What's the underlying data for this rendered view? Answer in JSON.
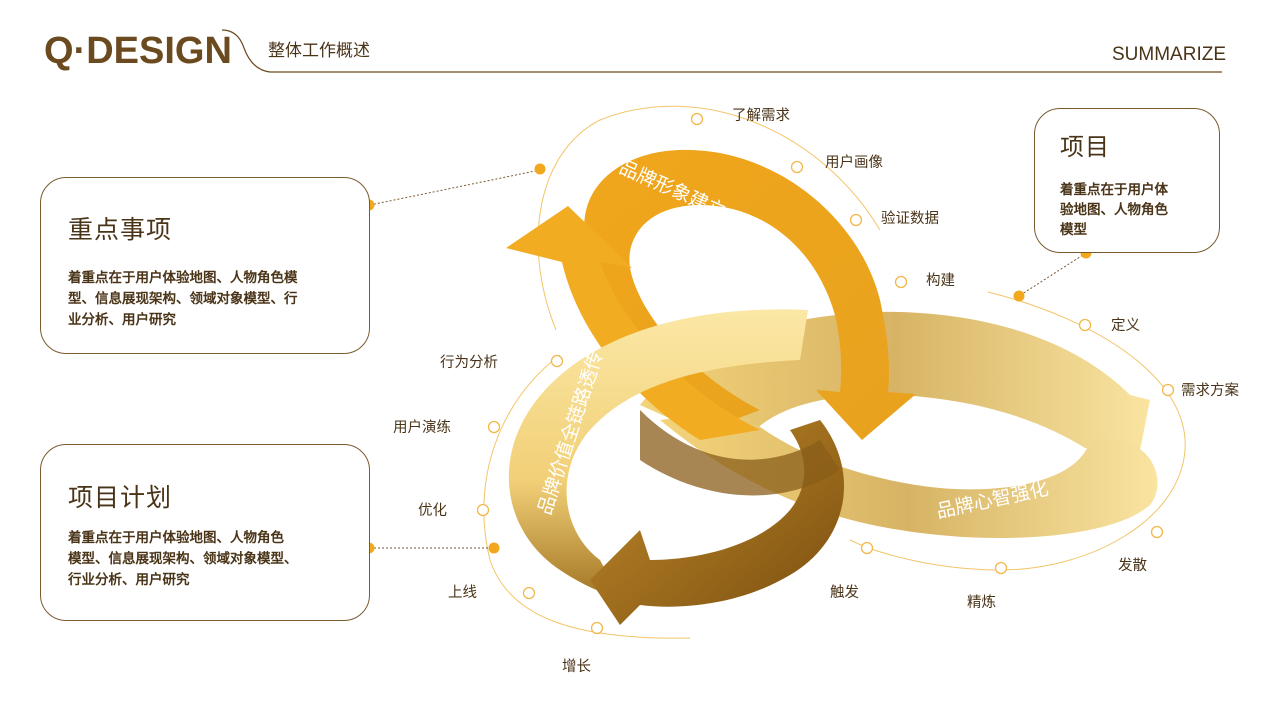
{
  "header": {
    "logo": "Q·DESIGN",
    "section_title": "整体工作概述",
    "right_label": "SUMMARIZE"
  },
  "cards": {
    "focus": {
      "title": "重点事项",
      "body_lines": [
        "着重点在于用户体验地图、人物角色模",
        "型、信息展现架构、领域对象模型、行",
        "业分析、用户研究"
      ]
    },
    "plan": {
      "title": "项目计划",
      "body_lines": [
        "着重点在于用户体验地图、人物角色",
        "模型、信息展现架构、领域对象模型、",
        "行业分析、用户研究"
      ]
    },
    "project": {
      "title": "项目",
      "body_lines": [
        "着重点在于用户体",
        "验地图、人物角色",
        "模型"
      ]
    }
  },
  "arrows": {
    "brand_image": "品牌形象建立",
    "brand_value": "品牌价值全链路透传",
    "brand_mind": "品牌心智强化"
  },
  "steps": [
    {
      "label": "了解需求"
    },
    {
      "label": "用户画像"
    },
    {
      "label": "验证数据"
    },
    {
      "label": "构建"
    },
    {
      "label": "定义"
    },
    {
      "label": "需求方案"
    },
    {
      "label": "发散"
    },
    {
      "label": "精炼"
    },
    {
      "label": "触发"
    },
    {
      "label": "行为分析"
    },
    {
      "label": "用户演练"
    },
    {
      "label": "优化"
    },
    {
      "label": "上线"
    },
    {
      "label": "增长"
    }
  ],
  "colors": {
    "accent_orange": "#f2a81d",
    "gold_light": "#f7dd8a",
    "gold_dark": "#8a5a14",
    "border_brown": "#7a5a30"
  }
}
